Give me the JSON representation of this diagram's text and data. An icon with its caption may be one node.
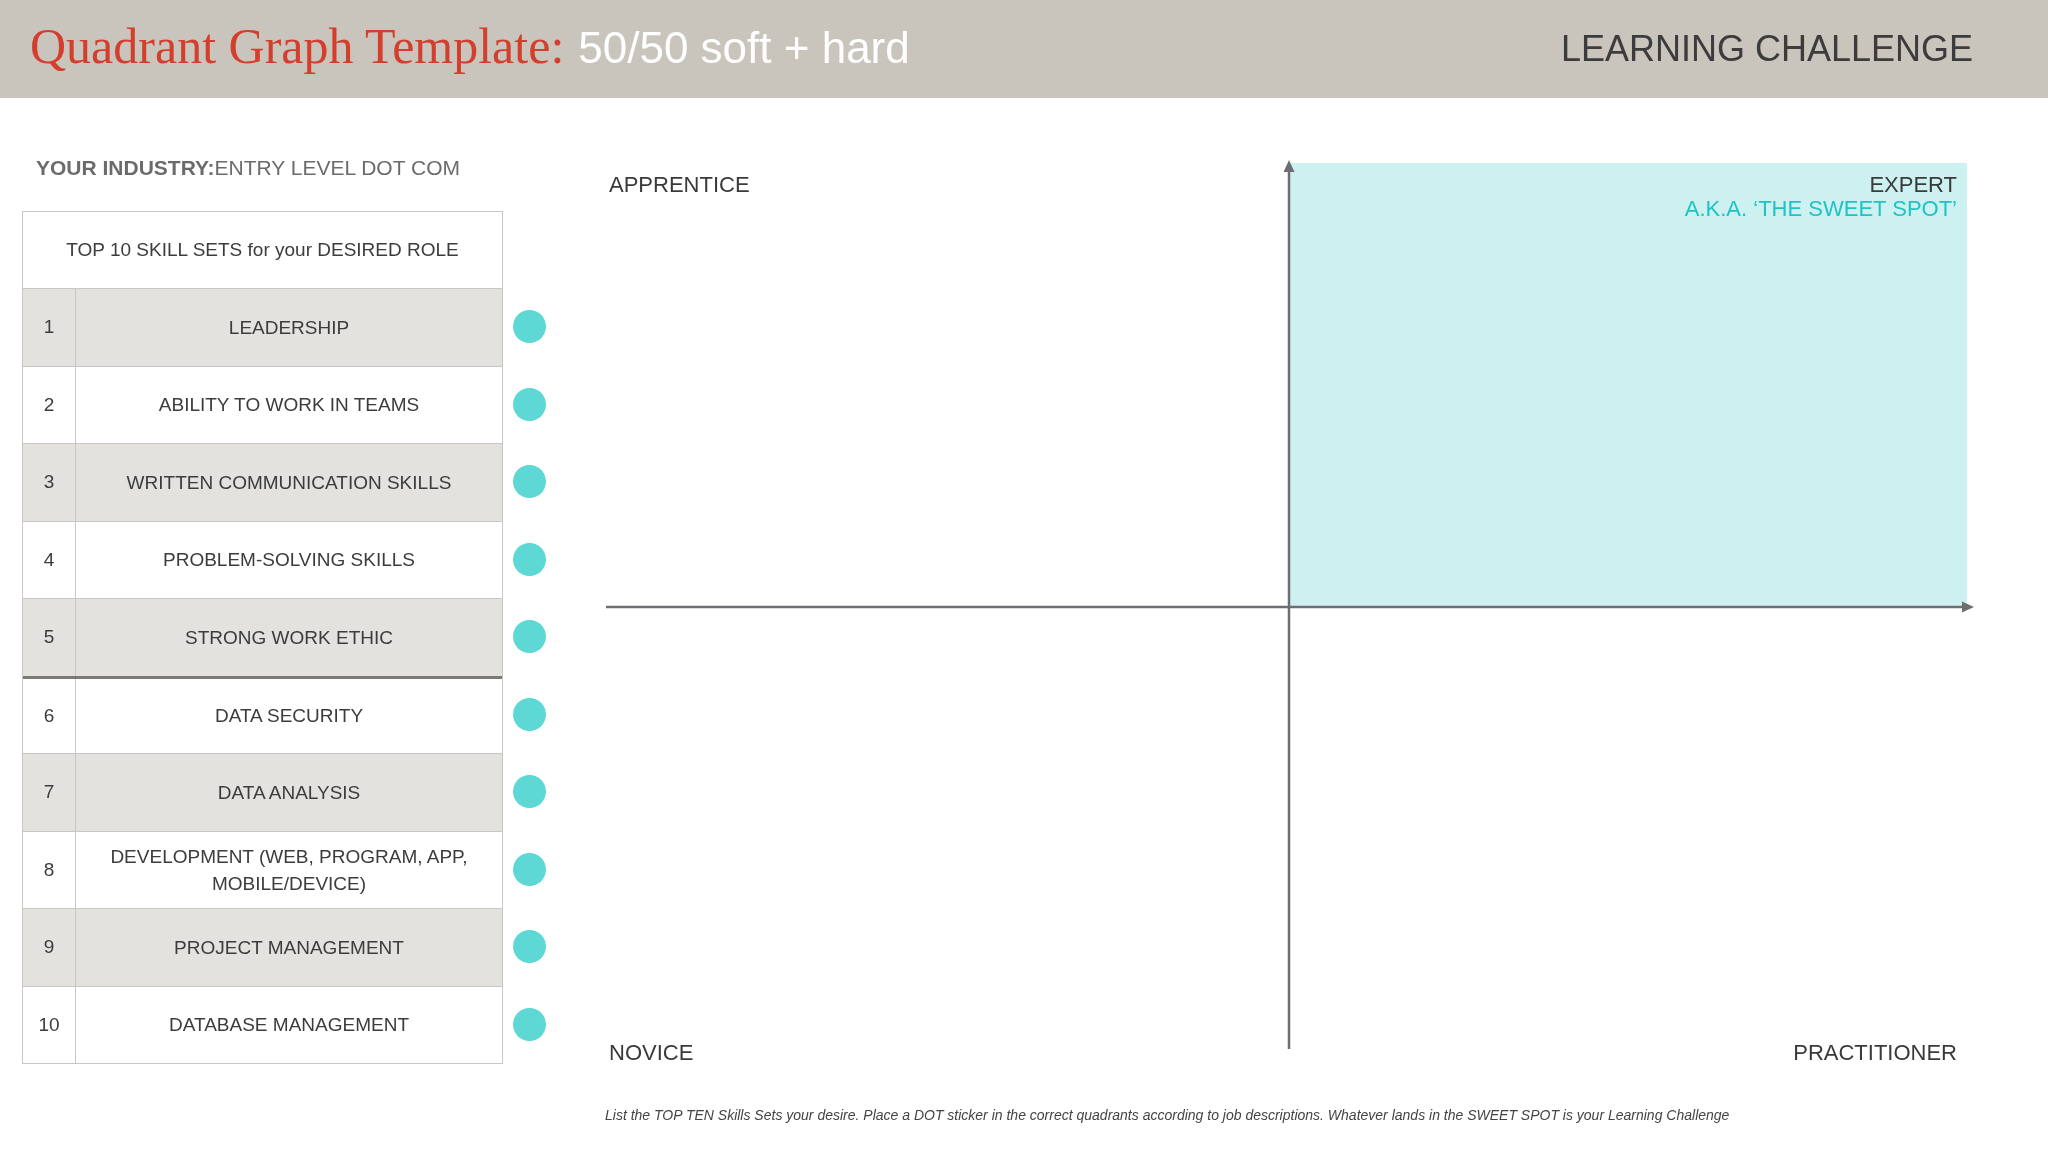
{
  "diagram": {
    "title": "Quadrant Graph Template:",
    "nodes": [
      {
        "text": [
          "EXPERT",
          "A.K.A. ‘THE SWEET SPOT’"
        ]
      }
    ],
    "labels": [
      "50/50 soft + hard",
      "LEARNING CHALLENGE",
      "**YOUR INDUSTRY:**ENTRY LEVEL DOT COM",
      "TOP 10 SKILL SETS for your DESIRED ROLE",
      "1",
      "LEADERSHIP",
      "2",
      "ABILITY TO WORK IN TEAMS",
      "3",
      "WRITTEN COMMUNICATION SKILLS",
      "4",
      "PROBLEM-SOLVING SKILLS",
      "5",
      "STRONG WORK ETHIC",
      "6",
      "DATA SECURITY",
      "7",
      "DATA ANALYSIS",
      "8",
      "DEVELOPMENT (WEB, PROGRAM, APP, MOBILE/DEVICE)",
      "9",
      "PROJECT MANAGEMENT",
      "10",
      "DATABASE MANAGEMENT",
      "APPRENTICE",
      "NOVICE",
      "PRACTITIONER",
      "List the TOP TEN Skills Sets your desire. Place a DOT sticker in the correct quadrants according to job descriptions. Whatever lands in the SWEET SPOT is your Learning Challenge"
    ]
  }
}
